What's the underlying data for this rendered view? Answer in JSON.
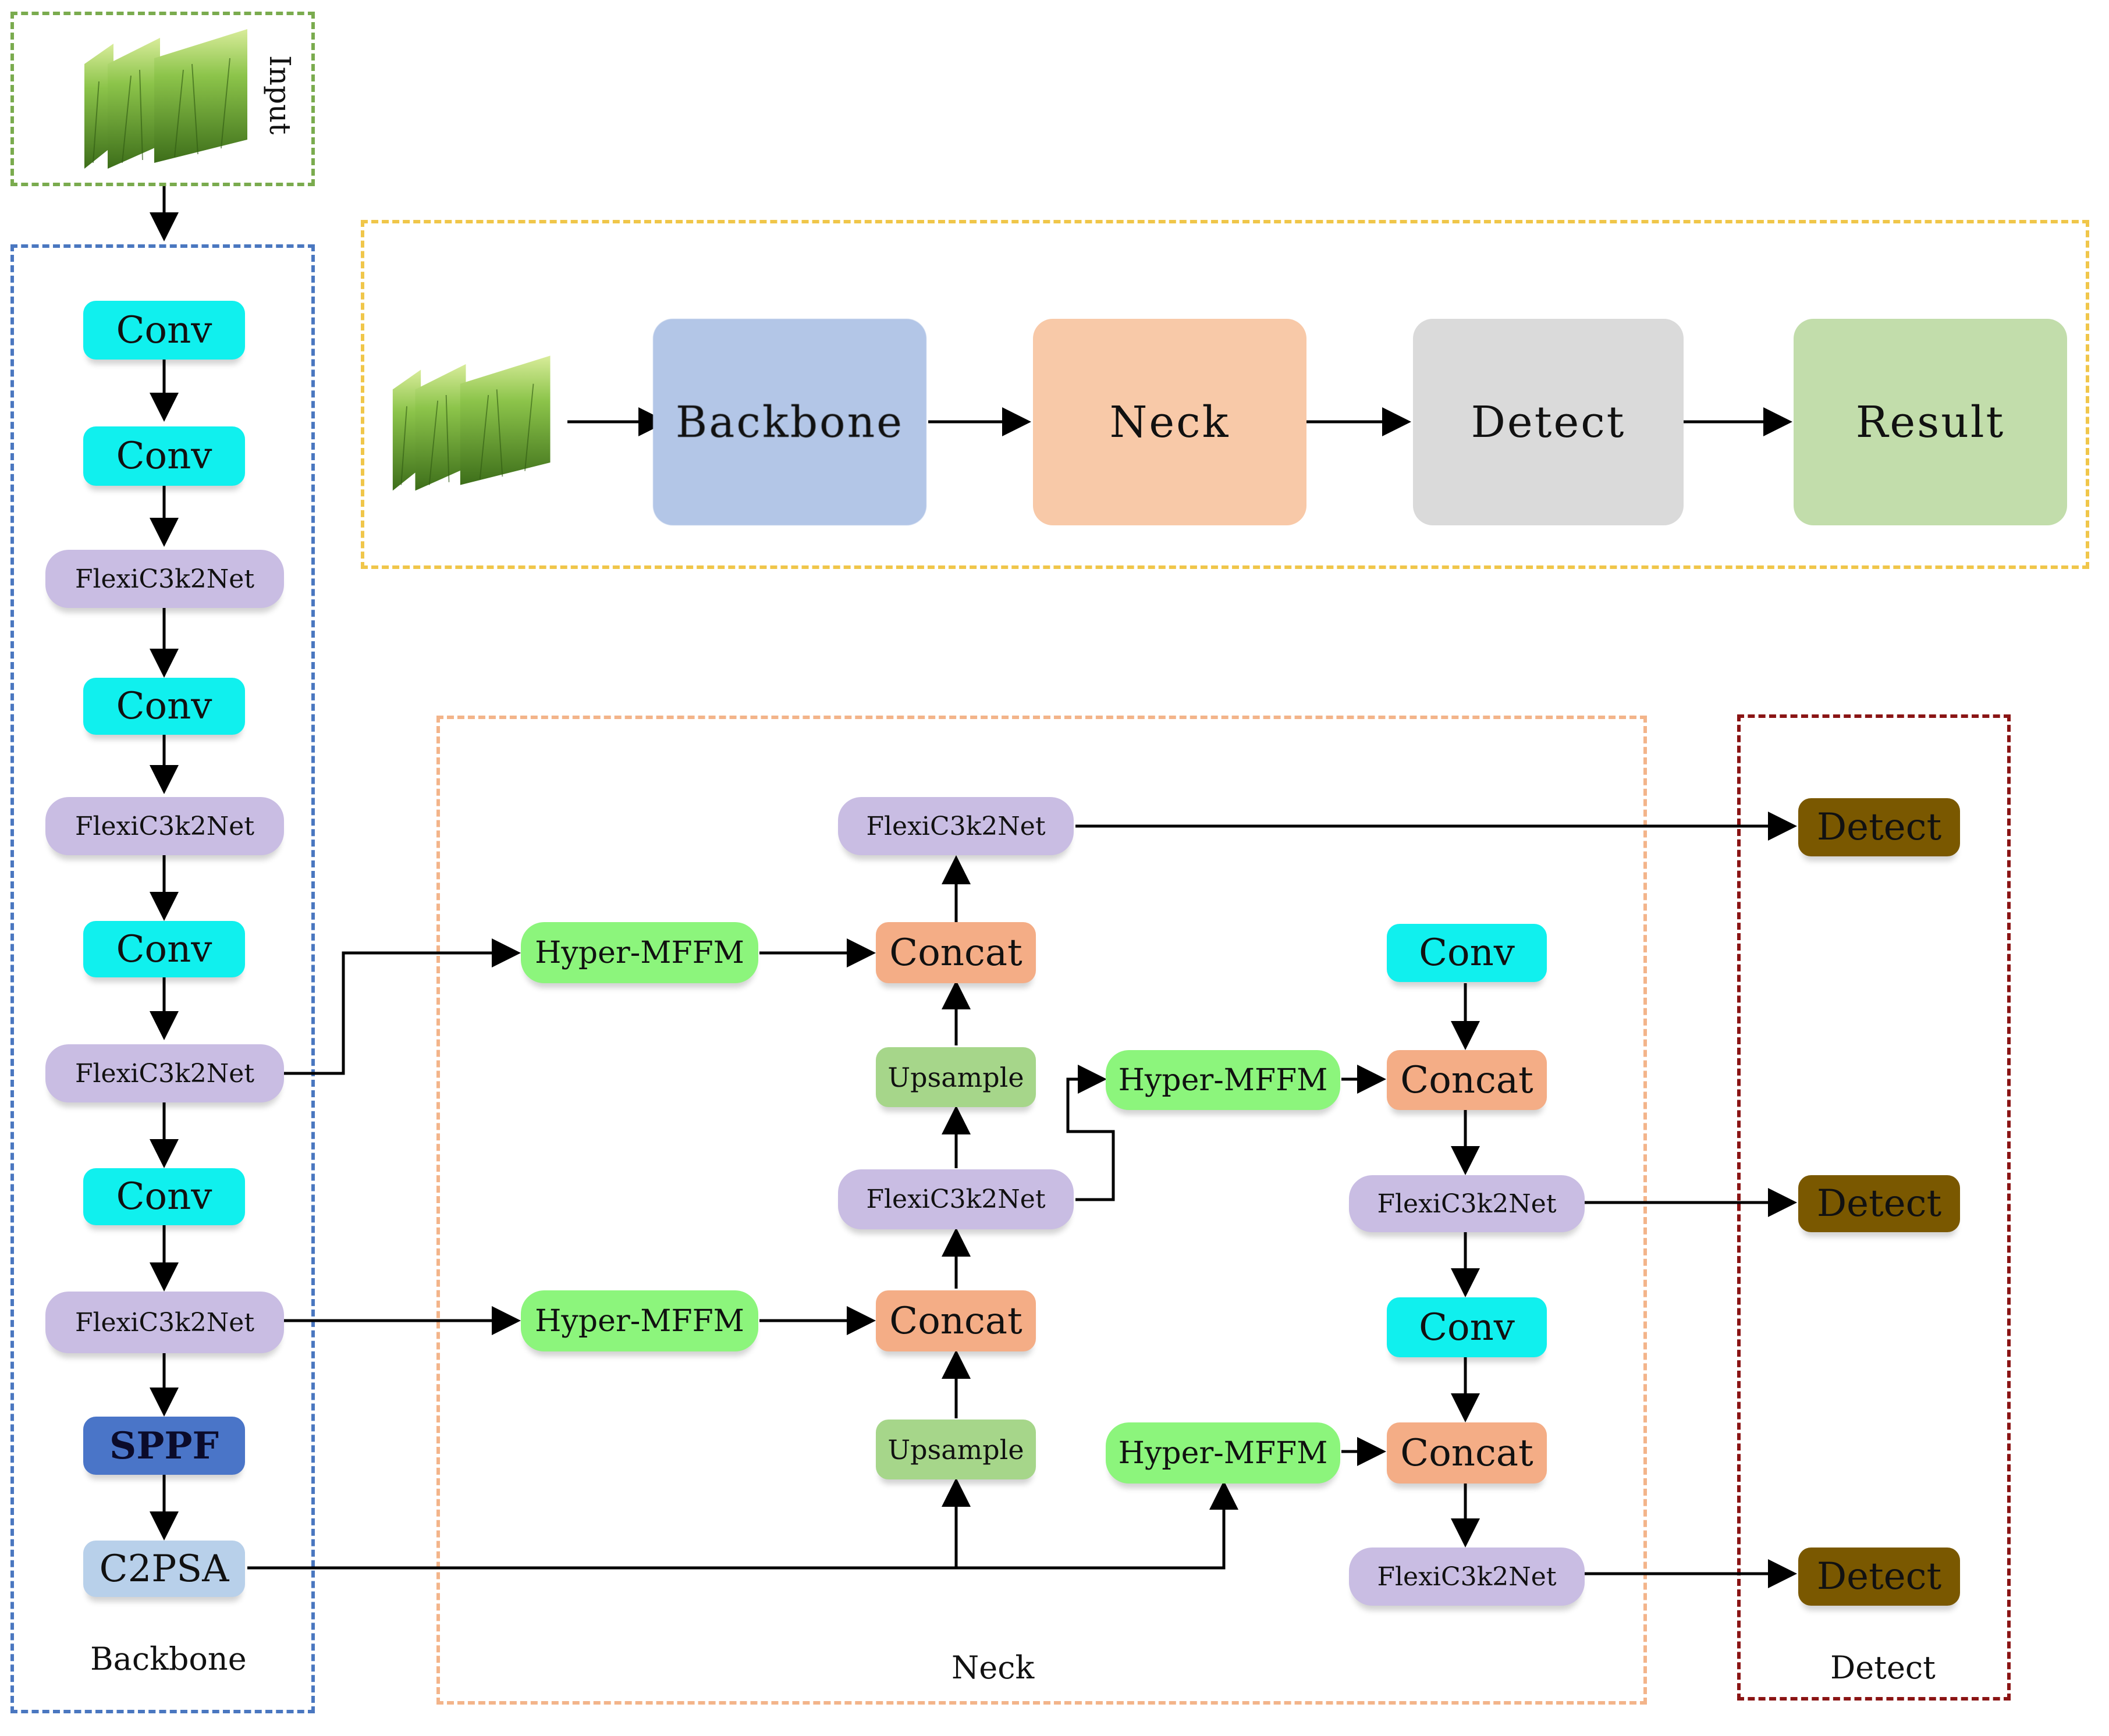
{
  "input": {
    "label": "Input"
  },
  "overview": {
    "blocks": [
      {
        "label": "Backbone",
        "color": "#b3c6e7"
      },
      {
        "label": "Neck",
        "color": "#f8c9a8"
      },
      {
        "label": "Detect",
        "color": "#dadada"
      },
      {
        "label": "Result",
        "color": "#c2ddab"
      }
    ]
  },
  "backbone": {
    "title": "Backbone",
    "nodes": [
      "Conv",
      "Conv",
      "FlexiC3k2Net",
      "Conv",
      "FlexiC3k2Net",
      "Conv",
      "FlexiC3k2Net",
      "Conv",
      "FlexiC3k2Net",
      "SPPF",
      "C2PSA"
    ]
  },
  "neck": {
    "title": "Neck",
    "nodes": {
      "flexi_top": "FlexiC3k2Net",
      "hyper_1": "Hyper-MFFM",
      "concat_1": "Concat",
      "upsample_1": "Upsample",
      "flexi_mid": "FlexiC3k2Net",
      "hyper_2": "Hyper-MFFM",
      "concat_2": "Concat",
      "upsample_2": "Upsample",
      "conv_r1": "Conv",
      "hyper_3": "Hyper-MFFM",
      "concat_r1": "Concat",
      "flexi_r1": "FlexiC3k2Net",
      "conv_r2": "Conv",
      "hyper_4": "Hyper-MFFM",
      "concat_r2": "Concat",
      "flexi_r2": "FlexiC3k2Net"
    }
  },
  "detect": {
    "title": "Detect",
    "heads": [
      "Detect",
      "Detect",
      "Detect"
    ]
  }
}
